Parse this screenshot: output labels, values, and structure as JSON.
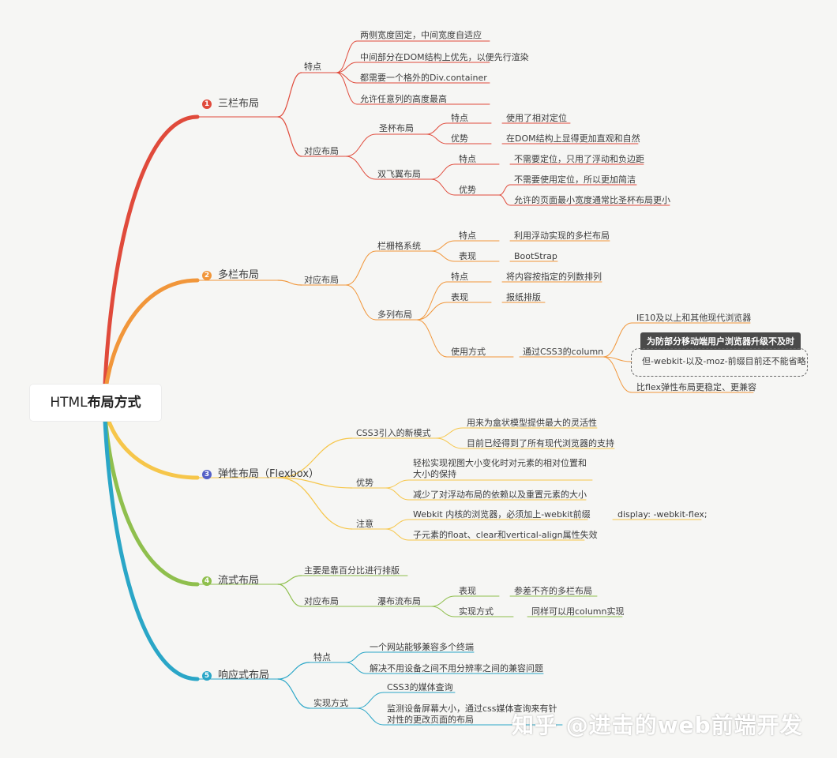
{
  "root": {
    "pre": "HTML",
    "bold": "布局方式"
  },
  "colors": {
    "s1": "#e04a3b",
    "s2": "#f1963a",
    "s3": "#f6c64a",
    "s4": "#8fbf4d",
    "s5": "#2aa6c7"
  },
  "s1": {
    "num": "1",
    "label": "三栏布局",
    "f": {
      "label": "特点",
      "items": [
        "两侧宽度固定，中间宽度自适应",
        "中间部分在DOM结构上优先，以便先行渲染",
        "都需要一个格外的Div.container",
        "允许任意列的高度最高"
      ]
    },
    "d": {
      "label": "对应布局",
      "sb": {
        "label": "圣杯布局",
        "f": "特点",
        "fv": "使用了相对定位",
        "a": "优势",
        "av": "在DOM结构上显得更加直观和自然"
      },
      "sf": {
        "label": "双飞翼布局",
        "f": "特点",
        "fv": "不需要定位，只用了浮动和负边距",
        "a": "优势",
        "av1": "不需要使用定位，所以更加简洁",
        "av2": "允许的页面最小宽度通常比圣杯布局更小"
      }
    }
  },
  "s2": {
    "num": "2",
    "label": "多栏布局",
    "d": "对应布局",
    "grid": {
      "label": "栏栅格系统",
      "f": "特点",
      "fv": "利用浮动实现的多栏布局",
      "e": "表现",
      "ev": "BootStrap"
    },
    "col": {
      "label": "多列布局",
      "f": "特点",
      "fv": "将内容按指定的列数排列",
      "e": "表现",
      "ev": "报纸排版",
      "u": "使用方式",
      "uv": "通过CSS3的column",
      "u1": "IE10及以上和其他现代浏览器",
      "note_title": "为防部分移动端用户浏览器升级不及时",
      "u2": "但-webkit-以及-moz-前缀目前还不能省略",
      "u3": "比flex弹性布局更稳定、更兼容"
    }
  },
  "s3": {
    "num": "3",
    "label": "弹性布局（Flexbox）",
    "n": {
      "label": "CSS3引入的新模式",
      "items": [
        "用来为盒状模型提供最大的灵活性",
        "目前已经得到了所有现代浏览器的支持"
      ]
    },
    "a": {
      "label": "优势",
      "items": [
        "轻松实现视图大小变化时对元素的相对位置和大小的保持",
        "减少了对浮动布局的依赖以及重置元素的大小"
      ]
    },
    "t": {
      "label": "注意",
      "i1": "Webkit 内核的浏览器，必须加上-webkit前缀",
      "i1v": "display: -webkit-flex;",
      "i2": "子元素的float、clear和vertical-align属性失效"
    }
  },
  "s4": {
    "num": "4",
    "label": "流式布局",
    "m": "主要是靠百分比进行排版",
    "d": "对应布局",
    "w": {
      "label": "瀑布流布局",
      "e": "表现",
      "ev": "参差不齐的多栏布局",
      "u": "实现方式",
      "uv": "同样可以用column实现"
    }
  },
  "s5": {
    "num": "5",
    "label": "响应式布局",
    "f": {
      "label": "特点",
      "items": [
        "一个网站能够兼容多个终端",
        "解决不用设备之间不用分辨率之间的兼容问题"
      ]
    },
    "r": {
      "label": "实现方式",
      "items": [
        "CSS3的媒体查询",
        "监测设备屏幕大小，通过css媒体查询来有针对性的更改页面的布局"
      ]
    }
  },
  "watermark": "知乎 @进击的web前端开发"
}
